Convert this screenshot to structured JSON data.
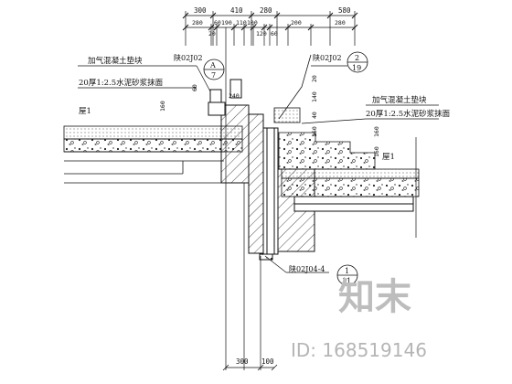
{
  "top_dims": {
    "row1": [
      "300",
      "410",
      "280",
      "580"
    ],
    "row2": [
      "280",
      "20",
      "60",
      "190",
      "110",
      "100",
      "120",
      "60",
      "200",
      "280"
    ]
  },
  "bottom_dims": [
    "300",
    "100"
  ],
  "refs": {
    "left_ref_text": "陕02J02",
    "left_bubble": {
      "top": "A",
      "bottom": "7"
    },
    "right_ref_text": "陕02J02",
    "right_bubble": {
      "top": "2",
      "bottom": "19"
    },
    "bottom_ref_text": "陕02J04-4",
    "bottom_bubble": {
      "top": "1",
      "bottom": "11"
    }
  },
  "notes": {
    "left_line1": "加气混凝土垫块",
    "left_line2": "20厚1:2.5水泥砂浆抹面",
    "right_line1": "加气混凝土垫块",
    "right_line2": "20厚1:2.5水泥砂浆抹面",
    "floor_left": "屋1",
    "floor_right": "屋1"
  },
  "side_dims": {
    "left_60": "60",
    "left_160": "160",
    "mid_240": "240",
    "right_top": [
      "20",
      "140"
    ],
    "right_stack": [
      "40",
      "160"
    ],
    "right_160a": "160",
    "right_160b": "160"
  },
  "watermark": {
    "logo_text": "知末",
    "id_text": "ID: 168519146"
  }
}
